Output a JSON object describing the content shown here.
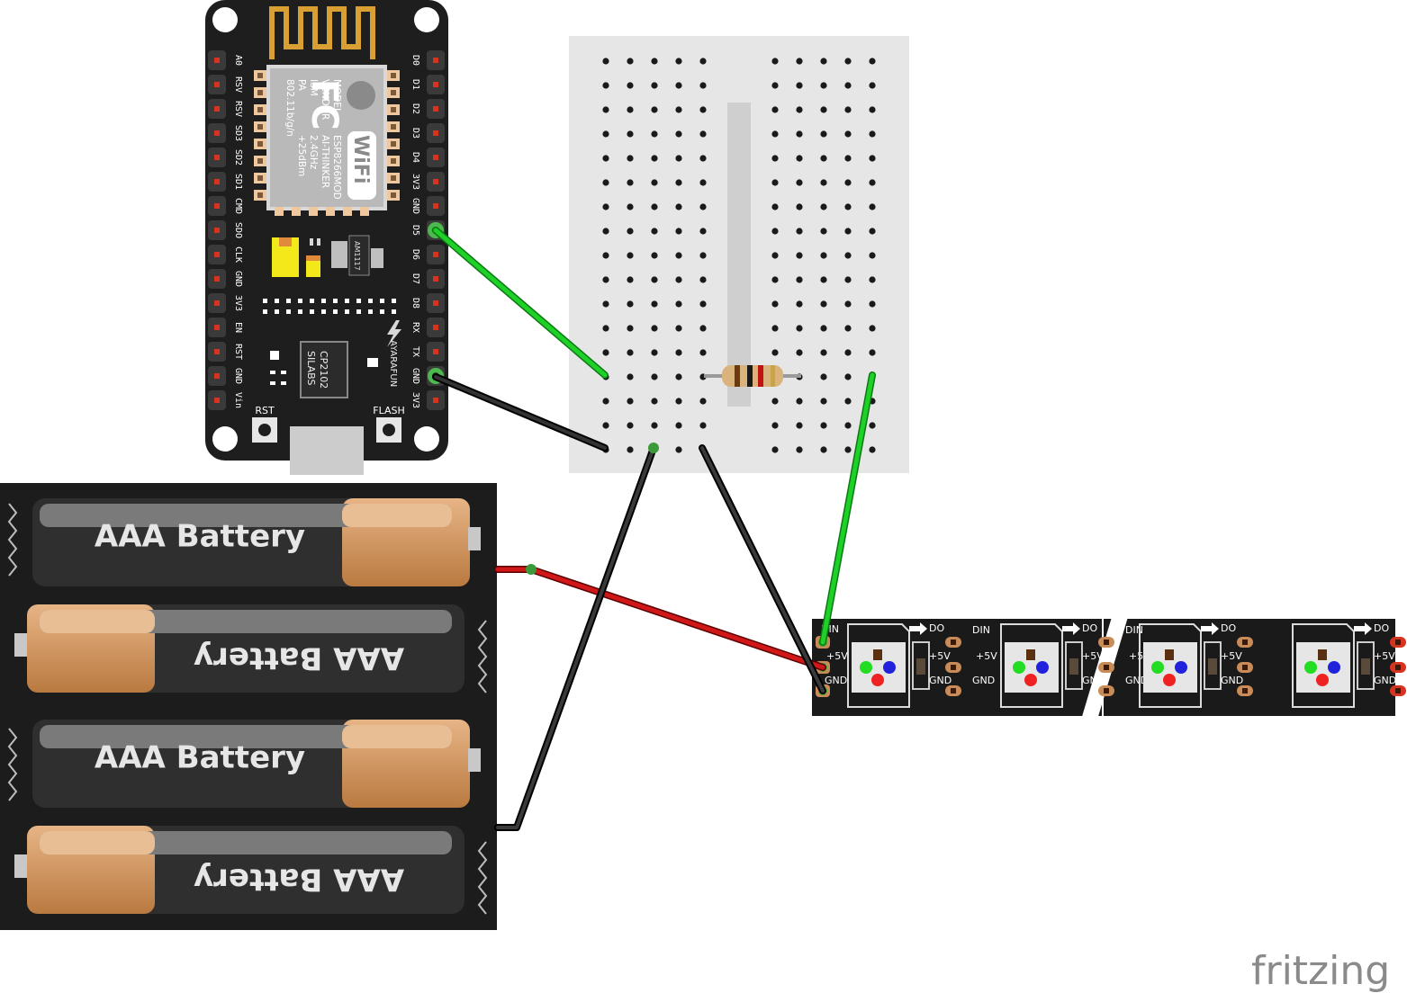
{
  "colors": {
    "pcb": "#1e1e1e",
    "pin_red": "#d7331f",
    "pad_copper": "#f0c8a0",
    "antenna_gold": "#d8a033",
    "breadboard": "#e6e6e6",
    "wire_green": "#1fb828",
    "wire_black": "#121212",
    "wire_red": "#c01414",
    "battery_body": "#3a3a3a",
    "battery_cap": "#d19355",
    "strip": "#1a1a1a",
    "led_green": "#22dd22",
    "led_blue": "#2222dd",
    "led_red": "#ee2222",
    "fritzing_gray": "#8a8a8a"
  },
  "nodemcu": {
    "left_pins": [
      "A0",
      "RSV",
      "RSV",
      "SD3",
      "SD2",
      "SD1",
      "CMD",
      "SDO",
      "CLK",
      "GND",
      "3V3",
      "EN",
      "RST",
      "GND",
      "Vin"
    ],
    "right_pins": [
      "D0",
      "D1",
      "D2",
      "D3",
      "D4",
      "3V3",
      "GND",
      "D5",
      "D6",
      "D7",
      "D8",
      "RX",
      "TX",
      "GND",
      "3V3"
    ],
    "module_lines": [
      "MODEL",
      "VENDOR",
      "ISM",
      "PA",
      "802.11b/g/n"
    ],
    "module_values": [
      "ESP8266MOD",
      "AI-THINKER",
      "2.4GHz",
      "+25dBm",
      ""
    ],
    "fcc_logo": "FC",
    "wifi_logo": "WiFi",
    "regulator": "AM1117",
    "usb_chip_line1": "SILABS",
    "usb_chip_line2": "CP2102",
    "maker": "AYARAFUN",
    "rst_label": "RST",
    "flash_label": "FLASH"
  },
  "battery_pack": {
    "cells": [
      {
        "label": "AAA Battery",
        "flipped": false
      },
      {
        "label": "AAA Battery",
        "flipped": true
      },
      {
        "label": "AAA Battery",
        "flipped": false
      },
      {
        "label": "AAA Battery",
        "flipped": true
      }
    ]
  },
  "led_strip": {
    "segments": [
      {
        "din": "DIN",
        "vcc": "+5V",
        "gnd": "GND",
        "dout": "DO"
      },
      {
        "din": "DIN",
        "vcc": "+5V",
        "gnd": "GND",
        "dout": "DO"
      },
      {
        "din": "",
        "vcc": "+5V",
        "gnd": "GND",
        "dout": "DO"
      },
      {
        "din": "DIN",
        "vcc": "+5V",
        "gnd": "GND",
        "dout": "DO"
      }
    ],
    "first_din": "DIN",
    "first_vcc": "+5V",
    "first_gnd": "GND"
  },
  "watermark": "fritzing"
}
